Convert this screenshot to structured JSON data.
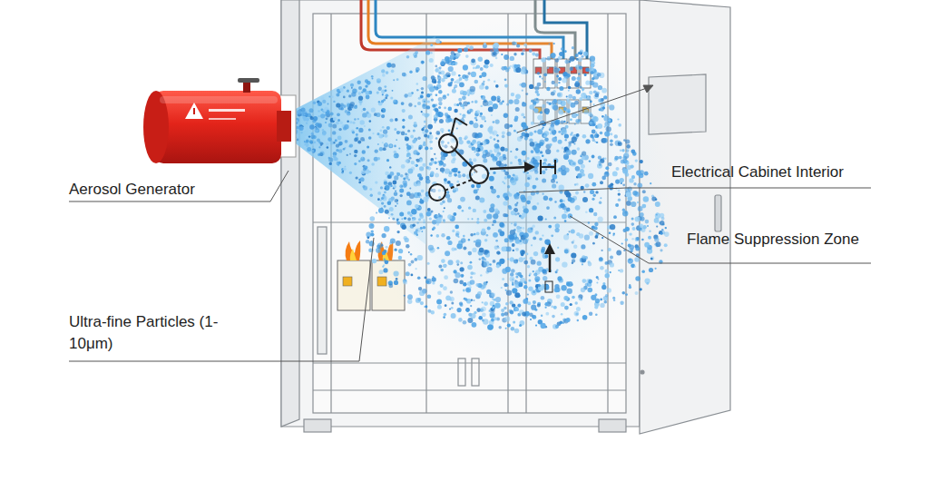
{
  "diagram": {
    "labels": [
      "Electrical Cabinet Interior",
      "Aerosol Generator",
      "Flame Suppression Zone",
      "Ultra-fine Particles (1-10μm)"
    ]
  }
}
